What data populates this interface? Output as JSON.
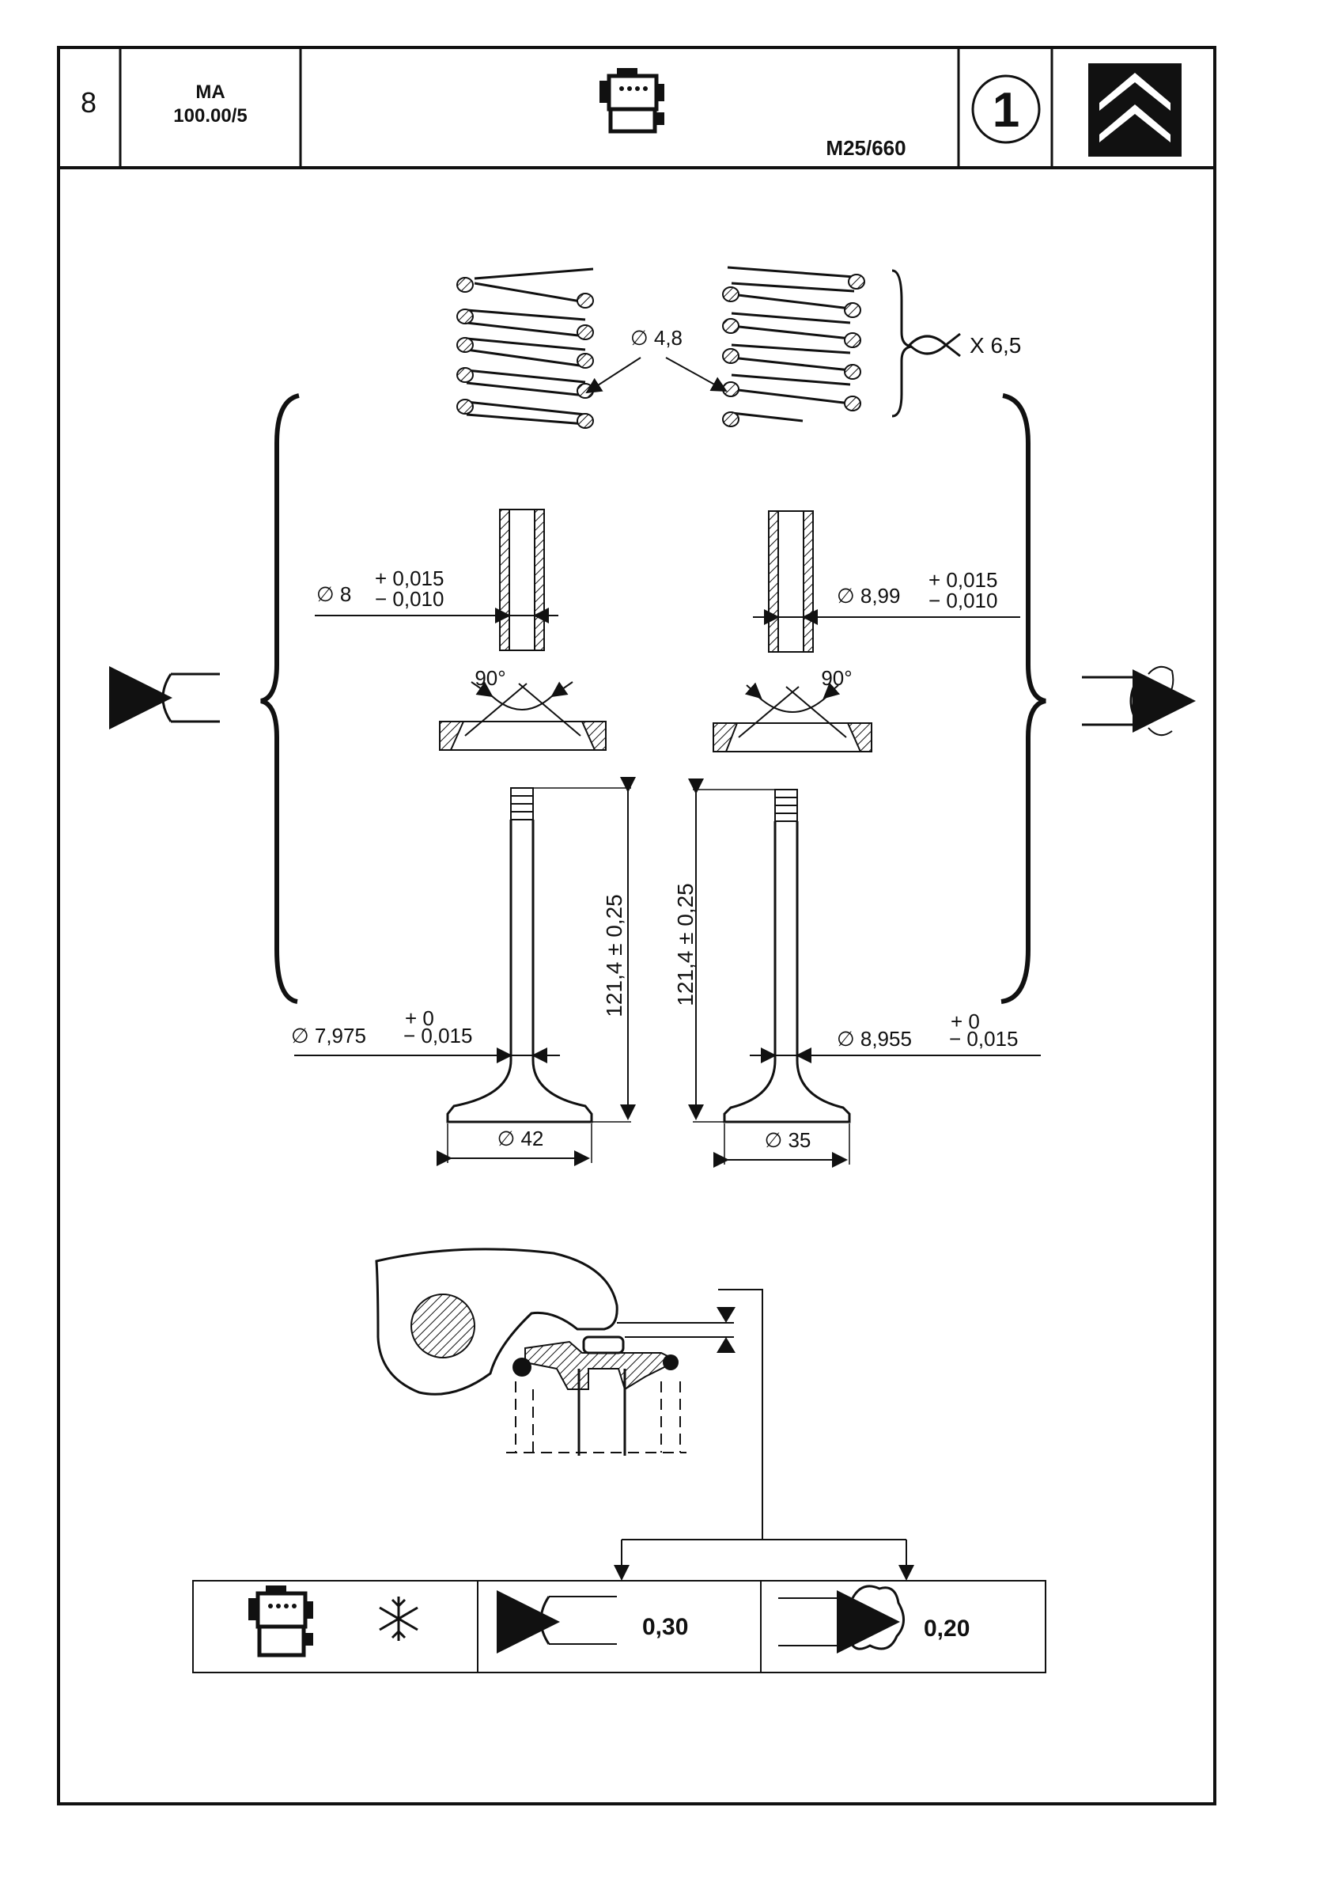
{
  "header": {
    "page_number": "8",
    "doc_code_line1": "MA",
    "doc_code_line2": "100.00/5",
    "engine_code": "M25/660",
    "section_number": "1"
  },
  "springs": {
    "wire_diameter": "∅ 4,8",
    "turns": "X 6,5"
  },
  "guides": {
    "inlet_bore": "∅ 8",
    "inlet_tol_plus": "+ 0,015",
    "inlet_tol_minus": "− 0,010",
    "exhaust_bore": "∅ 8,99",
    "exhaust_tol_plus": "+ 0,015",
    "exhaust_tol_minus": "− 0,010"
  },
  "seats": {
    "inlet_angle": "90°",
    "exhaust_angle": "90°"
  },
  "valves": {
    "inlet_length": "121,4 ± 0,25",
    "exhaust_length": "121,4 ± 0,25",
    "inlet_stem": "∅ 7,975",
    "inlet_stem_tol_plus": "+ 0",
    "inlet_stem_tol_minus": "− 0,015",
    "exhaust_stem": "∅ 8,955",
    "exhaust_stem_tol_plus": "+ 0",
    "exhaust_stem_tol_minus": "− 0,015",
    "inlet_head": "∅ 42",
    "exhaust_head": "∅ 35"
  },
  "clearance_table": {
    "inlet_value": "0,30",
    "exhaust_value": "0,20"
  },
  "icons": [
    "engine-icon",
    "citroen-chevron-logo",
    "spring-coil-icon",
    "inlet-port-icon",
    "exhaust-port-icon",
    "snowflake-icon"
  ]
}
